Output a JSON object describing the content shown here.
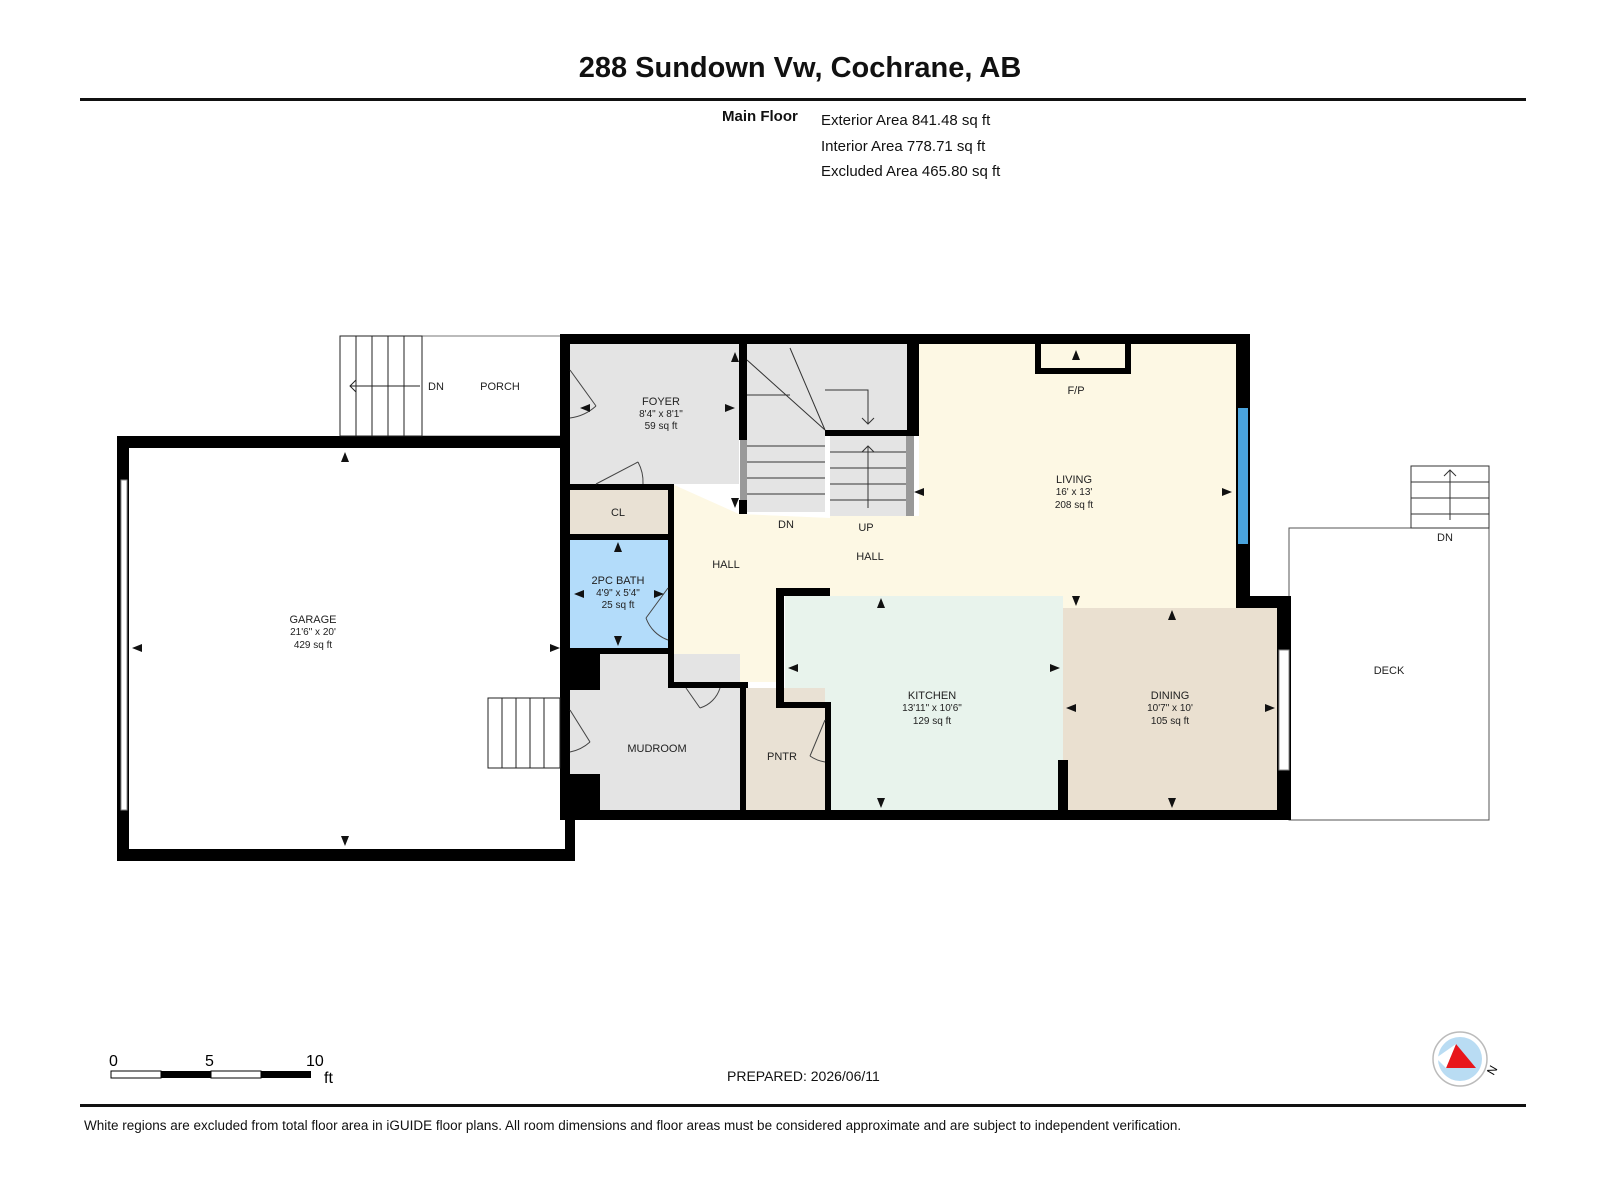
{
  "header": {
    "title": "288 Sundown Vw, Cochrane, AB"
  },
  "summary": {
    "floor_name": "Main Floor",
    "exterior_area": "Exterior Area 841.48 sq ft",
    "interior_area": "Interior Area 778.71 sq ft",
    "excluded_area": "Excluded Area 465.80 sq ft"
  },
  "rooms": {
    "foyer": {
      "name": "FOYER",
      "dims": "8'4\" x 8'1\"",
      "area": "59 sq ft"
    },
    "garage": {
      "name": "GARAGE",
      "dims": "21'6\" x 20'",
      "area": "429 sq ft"
    },
    "bath": {
      "name": "2PC BATH",
      "dims": "4'9\" x 5'4\"",
      "area": "25 sq ft"
    },
    "living": {
      "name": "LIVING",
      "dims": "16' x 13'",
      "area": "208 sq ft"
    },
    "kitchen": {
      "name": "KITCHEN",
      "dims": "13'11\" x 10'6\"",
      "area": "129 sq ft"
    },
    "dining": {
      "name": "DINING",
      "dims": "10'7\" x 10'",
      "area": "105 sq ft"
    }
  },
  "labels": {
    "porch": "PORCH",
    "porch_stair": "DN",
    "closet": "CL",
    "hall_left": "HALL",
    "hall_right": "HALL",
    "stair_down": "DN",
    "stair_up": "UP",
    "fireplace": "F/P",
    "mudroom": "MUDROOM",
    "pantry": "PNTR",
    "deck": "DECK",
    "deck_stair": "DN"
  },
  "scale": {
    "tick_0": "0",
    "tick_5": "5",
    "tick_10": "10",
    "unit": "ft"
  },
  "compass": {
    "label": "N"
  },
  "footer": {
    "prepared": "PREPARED: 2026/06/11",
    "disclaimer": "White regions are excluded from total floor area in iGUIDE floor plans. All room dimensions and floor areas must be considered approximate and are subject to independent verification."
  },
  "colors": {
    "grey_room": "#e4e4e4",
    "hall": "#fdf8e4",
    "kitchen": "#e8f3ec",
    "dining": "#eae0d0",
    "bath": "#b3dcfa",
    "closet": "#e9e1d4",
    "wall": "#000000",
    "window": "#4aa3dc",
    "compass_red": "#e8161b",
    "compass_blue": "#b9dcf3"
  }
}
